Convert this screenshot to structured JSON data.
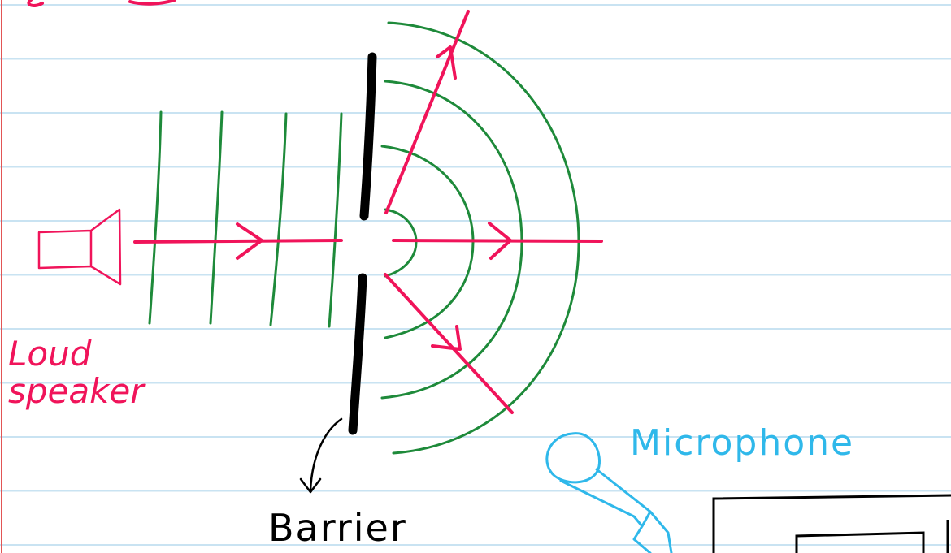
{
  "labels": {
    "speaker_line1": "Loud",
    "speaker_line2": "speaker",
    "barrier": "Barrier",
    "microphone": "Microphone"
  },
  "colors": {
    "paper": "#ffffff",
    "ruled_line": "#c9e3f2",
    "margin_line": "#e25555",
    "wave": "#1e8a3a",
    "ray": "#f0145a",
    "barrier": "#000000",
    "microphone": "#2fb8ea",
    "annotation": "#000000"
  },
  "icons": {
    "speaker": "loudspeaker-icon",
    "microphone": "microphone-icon",
    "annotation_arrow": "curved-arrow-down-icon"
  }
}
